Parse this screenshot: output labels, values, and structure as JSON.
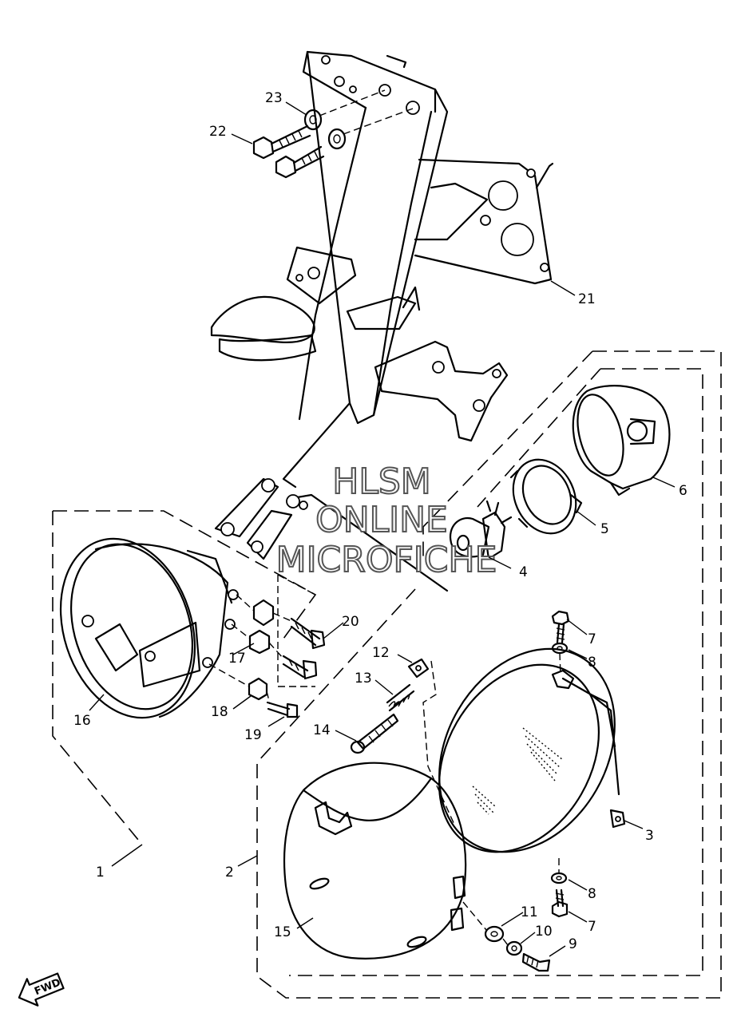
{
  "watermark": {
    "line1": "HLSM",
    "line2": "ONLINE",
    "line3": "MICROFICHE"
  },
  "direction_badge": "FWD",
  "callouts": {
    "c1": "1",
    "c2": "2",
    "c3": "3",
    "c4": "4",
    "c5": "5",
    "c6": "6",
    "c7a": "7",
    "c7b": "7",
    "c8a": "8",
    "c8b": "8",
    "c9": "9",
    "c10": "10",
    "c11": "11",
    "c12": "12",
    "c13": "13",
    "c14": "14",
    "c15": "15",
    "c16": "16",
    "c17": "17",
    "c18": "18",
    "c19": "19",
    "c20": "20",
    "c21": "21",
    "c22": "22",
    "c23": "23"
  }
}
